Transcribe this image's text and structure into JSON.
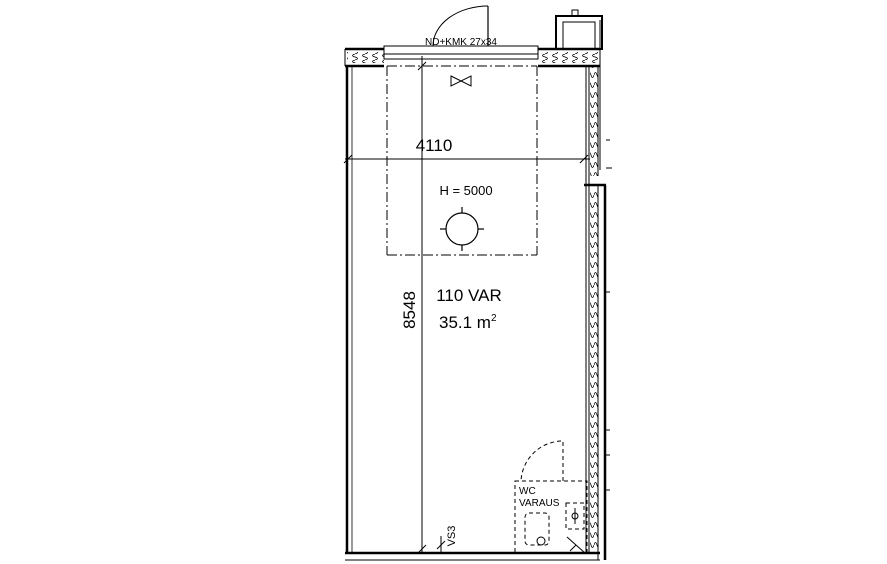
{
  "plan": {
    "door_label": "ND+KMK 27x34",
    "width_dimension": "4110",
    "length_dimension": "8548",
    "height_note": "H = 5000",
    "room_name": "110 VAR",
    "room_area": "35.1 m",
    "room_area_superscript": "2",
    "wc_label_line1": "WC",
    "wc_label_line2": "VARAUS",
    "section_marker": "VS3"
  },
  "colors": {
    "line": "#000000",
    "background": "#ffffff"
  }
}
